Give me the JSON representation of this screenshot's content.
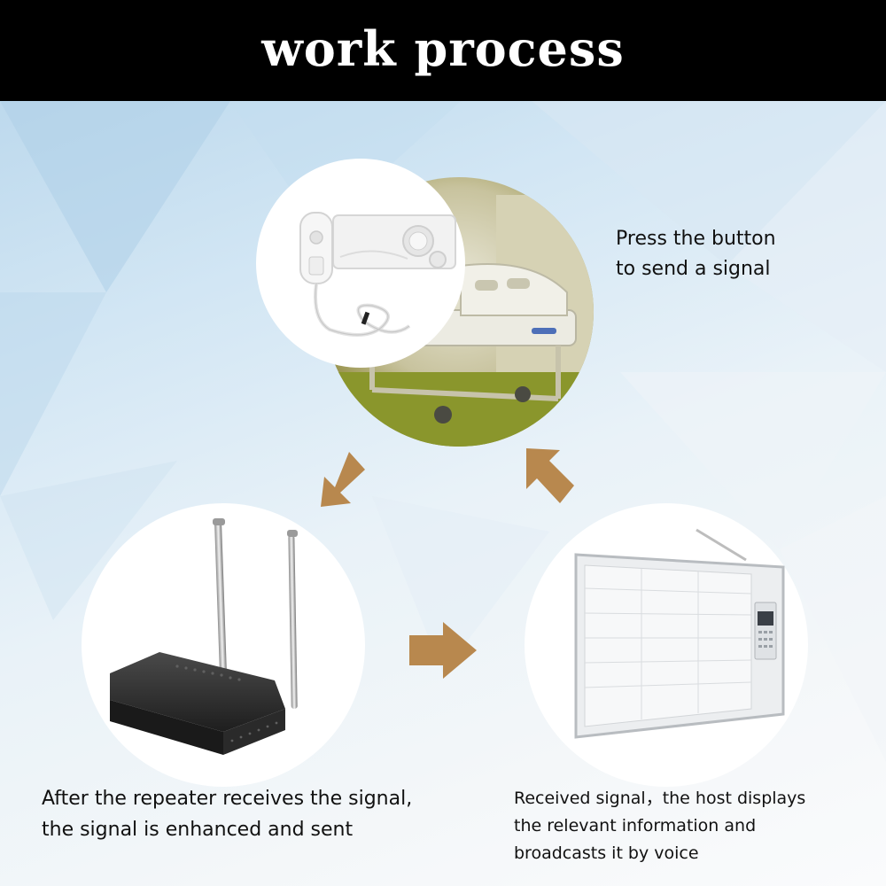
{
  "header": {
    "title": "work process"
  },
  "steps": {
    "press": {
      "line1": "Press the button",
      "line2": "to send a signal"
    },
    "repeater": {
      "line1": "After the repeater receives the signal,",
      "line2": "the signal is enhanced and sent"
    },
    "host": {
      "line1": "Received signal，the host displays",
      "line2": "the relevant information and",
      "line3": "broadcasts it by voice"
    }
  },
  "colors": {
    "arrow": "#b8884e",
    "header_bg": "#000000",
    "bed_floor": "#8c9a2a"
  },
  "icons": [
    "call-button-icon",
    "hospital-bed-icon",
    "repeater-icon",
    "host-display-icon"
  ]
}
